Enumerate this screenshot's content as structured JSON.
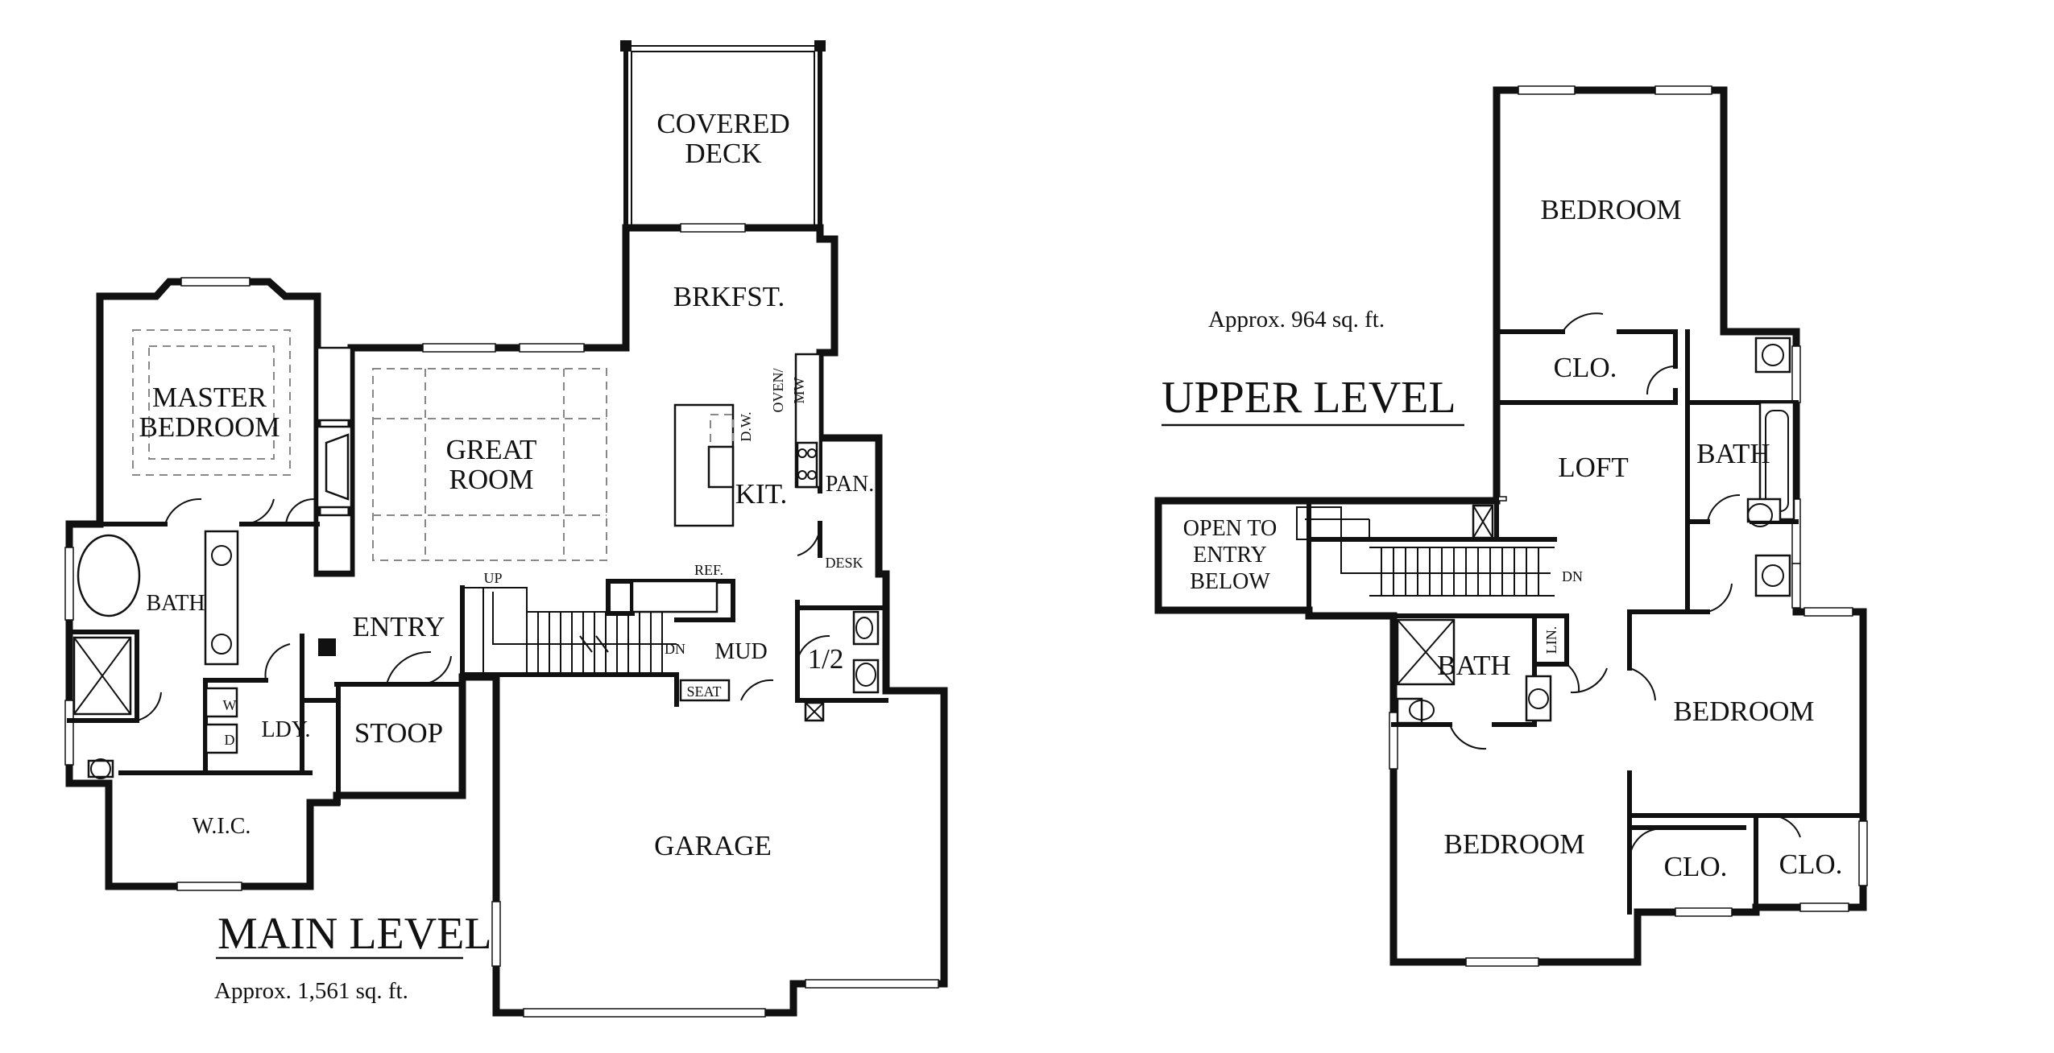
{
  "main_level": {
    "title": "MAIN LEVEL",
    "area": "Approx. 1,561 sq. ft.",
    "rooms": {
      "covered_deck": [
        "COVERED",
        "DECK"
      ],
      "brkfst": "BRKFST.",
      "master_bedroom": [
        "MASTER",
        "BEDROOM"
      ],
      "great_room": [
        "GREAT",
        "ROOM"
      ],
      "kit": "KIT.",
      "pan": "PAN.",
      "desk": "DESK",
      "ref": "REF.",
      "dw": "D.W.",
      "oven_mw": [
        "OVEN/",
        "MW"
      ],
      "bath": "BATH",
      "entry": "ENTRY",
      "up": "UP",
      "dn": "DN",
      "mud": "MUD",
      "half_bath": "1/2",
      "seat": "SEAT",
      "washer": "W",
      "dryer": "D",
      "ldy": "LDY.",
      "stoop": "STOOP",
      "wic": "W.I.C.",
      "garage": "GARAGE"
    }
  },
  "upper_level": {
    "title": "UPPER LEVEL",
    "area": "Approx. 964 sq. ft.",
    "rooms": {
      "bedroom_top": "BEDROOM",
      "clo_top": "CLO.",
      "bath_right": "BATH",
      "loft": "LOFT",
      "open_to_entry": [
        "OPEN TO",
        "ENTRY",
        "BELOW"
      ],
      "dn": "DN",
      "lin": "LIN.",
      "bath_center": "BATH",
      "bedroom_right": "BEDROOM",
      "bedroom_bottom": "BEDROOM",
      "clo_left": "CLO.",
      "clo_right": "CLO."
    }
  }
}
